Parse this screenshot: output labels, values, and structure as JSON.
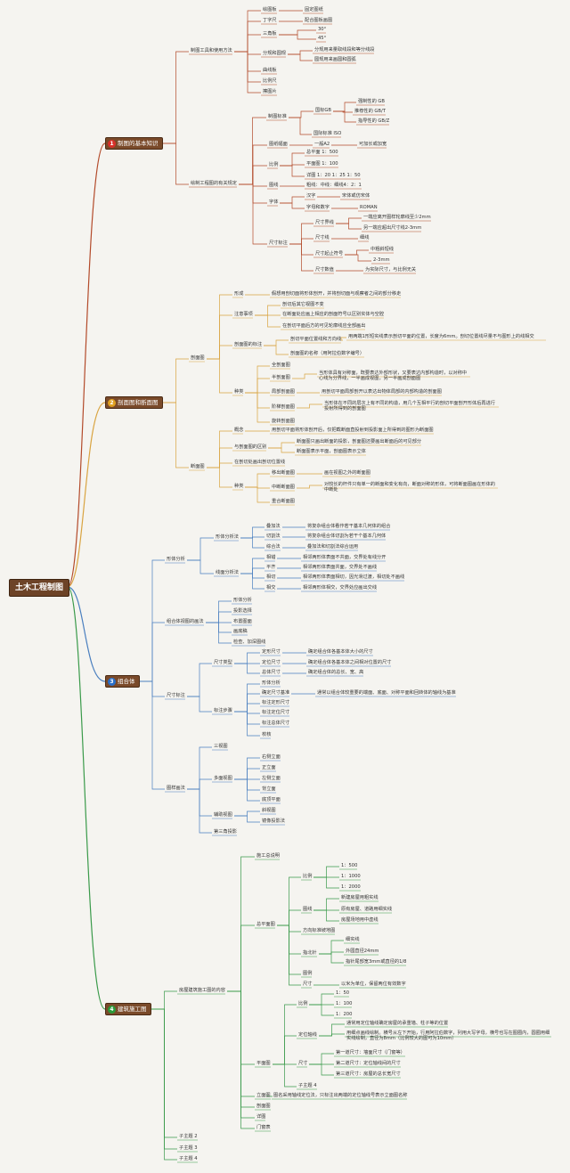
{
  "colors": {
    "root": "#6d4327",
    "main": "#7a4a2a",
    "line_red": "#b34a2a",
    "line_yellow": "#d9a441",
    "line_blue": "#4a7fbf",
    "line_green": "#3a9a4a"
  },
  "root": "土木工程制图",
  "mains": [
    {
      "label": "制图的基本知识",
      "badge": "1",
      "badge_color": "#d9302a"
    },
    {
      "label": "剖面图和断面图",
      "badge": "2",
      "badge_color": "#e0a020"
    },
    {
      "label": "组合体",
      "badge": "3",
      "badge_color": "#2a6fc9"
    },
    {
      "label": "建筑施工图",
      "badge": "4",
      "badge_color": "#2a9a3a"
    }
  ],
  "nodes": [
    "制图工具和使用方法",
    "绘图板",
    "固定图纸",
    "丁字尺",
    "配合图板画图",
    "三角板",
    "30°",
    "45°",
    "分规和圆规",
    "分规用来量取线段和等分线段",
    "圆规用来画圆和圆弧",
    "曲线板",
    "比例尺",
    "擦图片",
    "绘制工程图的有关规定",
    "制图标准",
    "国标GB",
    "强制性的 GB",
    "推荐性的 GB/T",
    "指导性的 GB/Z",
    "国际标准 ISO",
    "图纸幅面",
    "一般A2",
    "可加长或加宽",
    "比例",
    "总平面 1：500",
    "平面图 1：100",
    "详图 1：20 1：25 1：50",
    "图线",
    "粗线：中线：细线4：2：1",
    "字体",
    "汉字",
    "宋体或仿宋体",
    "字母和数字",
    "ROMAN",
    "尺寸标注",
    "尺寸界线",
    "一端应离开图样轮廓线至少2mm",
    "另一端应超出尺寸线2-3mm",
    "尺寸线",
    "细线",
    "尺寸起止符号",
    "中粗斜短线",
    "2-3mm",
    "尺寸数值",
    "为实际尺寸，与比例无关",
    "剖面图",
    "形成",
    "假想用剖切面将形体剖开，并将剖切面与观察者之间的部分移走",
    "注意事项",
    "剖切后其它视图不变",
    "在断面处应画上相应的剖面符号以区别实体与空腔",
    "在剖切平面后方的可见轮廓线应全部画出",
    "剖面图的标注",
    "剖切平面位置线和方向线",
    "用两端1形短实线表示剖切平面的位置，长度为6mm。剖切位置线尽量不与图形上的线相交",
    "剖面图的名称（用阿拉伯数字编号）",
    "种类",
    "全剖面图",
    "半剖面图",
    "当形体具有对称面，既要表达外部形状，又要表达内部构造时，以对称中心线为分界线，一半画成视图，另一半画成剖面图",
    "局部剖面图",
    "用剖切平面局部剖开以表达出物体局部的内部构造的剖面图",
    "阶梯剖面图",
    "当形体在不同的层次上有不同的构造，用几个互相平行的剖切平面剖开形体后再进行投射所得到的剖面图",
    "旋转剖面图",
    "断面图",
    "概念",
    "用剖切平面将形体剖开后，仅把截断面直投射到投影面上所得到的图形为断面图",
    "与剖面图的区别",
    "断面图只画出断面的投影，剖面图还要画出断面后的可见部分",
    "断面图表示平面，剖面图表示立体",
    "在剖切处画出剖切位置线",
    "种类",
    "移出断面图",
    "画在视图之外的断面图",
    "中断断面图",
    "对较长的杆件只有单一的断面和变化有向，断面对称的形体，可将断面图画在形体的中断处",
    "重合断面图",
    "形体分析",
    "形体分析法",
    "叠加法",
    "将复杂组合体看作若干基本几何体的组合",
    "切割法",
    "将复杂组合体切割为若干个基本几何体",
    "综合法",
    "叠加法和切割法综合运用",
    "线面分析法",
    "相错",
    "相邻两形体表面不共面，交界处有线分开",
    "平齐",
    "相邻两形体表面共面，交界处不画线",
    "相切",
    "相邻两形体表面相切，因光滑过渡，相切处不画线",
    "相交",
    "相邻两形体相交，交界处应画出交线",
    "组合体视图的画法",
    "形体分析",
    "投影选择",
    "布置图面",
    "画底稿",
    "检查、加深图线",
    "尺寸标注",
    "尺寸类型",
    "定形尺寸",
    "确定组合体各基本体大小的尺寸",
    "定位尺寸",
    "确定组合体各基本体之间相对位置的尺寸",
    "总体尺寸",
    "确定组合体的总长、宽、高",
    "标注步骤",
    "形体分析",
    "确定尺寸基准",
    "通常以组合体较重要的端面、底面、对称平面和回转体的轴线为基准",
    "标注定形尺寸",
    "标注定位尺寸",
    "标注总体尺寸",
    "校核",
    "图样画法",
    "三视图",
    "多面视图",
    "右侧立面",
    "正立面",
    "左侧立面",
    "背立面",
    "底顶平面",
    "辅助视图",
    "斜视图",
    "镜像投影法",
    "第三角投影",
    "房屋建筑施工图的内容",
    "施工总说明",
    "总平面图",
    "比例",
    "1：500",
    "1：1000",
    "1：2000",
    "图线",
    "新建房屋用粗实线",
    "原有房屋、道路用细实线",
    "房屋场地用中虚线",
    "方向标准坡地图",
    "指北针",
    "细实线",
    "外圆直径24mm",
    "指针尾部宽3mm或直径的1/8",
    "图例",
    "尺寸",
    "以米为单位，保留两位有效数字",
    "平面图",
    "比例",
    "1：50",
    "1：100",
    "1：200",
    "定位轴线",
    "通常用定位轴线确定房屋的承重墙、柱子等的位置",
    "用细点画线绘制。横号从左下开始，行用阿拉伯数字，列用大写字母，横号也写在图圈内，圆圈用细实线绘制，直径为8mm（比例较大的图可为10mm）",
    "尺寸",
    "第一道尺寸：墙面尺寸（门窗等）",
    "第二道尺寸：定位轴线间的尺寸",
    "第三道尺寸：房屋的总长宽尺寸",
    "子主题 4",
    "立面图",
    "图名采用轴线定位法，只标注出两端的定位轴线号表示立面图名称",
    "剖面图",
    "详图",
    "门窗表",
    "子主题 2",
    "子主题 3",
    "子主题 4"
  ]
}
